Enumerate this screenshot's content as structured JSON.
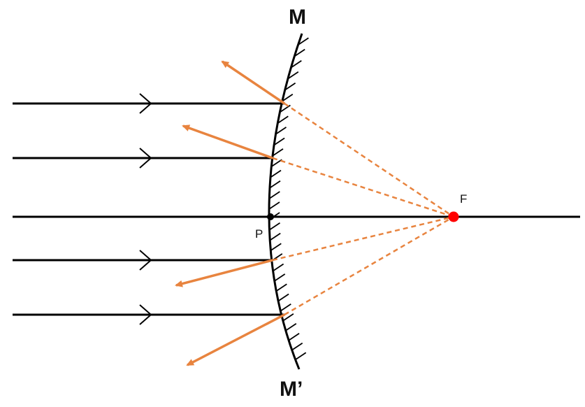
{
  "labels": {
    "mirror_top": "M",
    "mirror_bottom": "M’",
    "pole": "P",
    "focus": "F"
  },
  "colors": {
    "incident_ray": "#000000",
    "mirror": "#000000",
    "reflected_ray": "#e8843f",
    "virtual_extension": "#e8843f",
    "focus_point": "#ff0000"
  },
  "elements": {
    "mirror": "convex-mirror",
    "principal_axis": "principal-axis",
    "incident_rays_count": 4,
    "reflected_rays_count": 4
  }
}
